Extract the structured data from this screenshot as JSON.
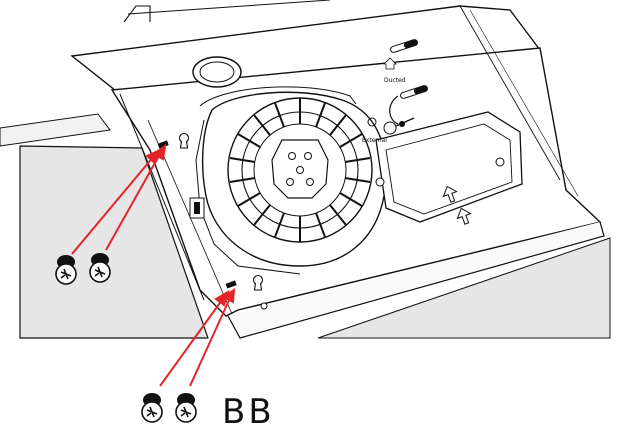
{
  "figure": {
    "parts_label": "BB",
    "labels": {
      "ducted_mode": "Ducted",
      "external_mode": "External"
    },
    "colors": {
      "arrow": "#e3242b",
      "wall_gray": "#e6e6e6",
      "counter_gray": "#e6e6e6",
      "line": "#111111"
    },
    "icons": [
      "screw-icon",
      "keyhole-slot-icon",
      "arrow-icon",
      "fan-icon"
    ]
  }
}
